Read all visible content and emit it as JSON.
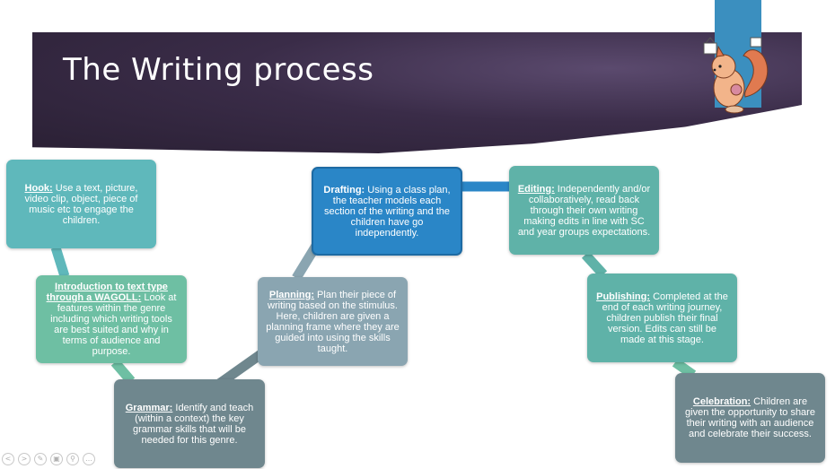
{
  "slide": {
    "title": "The Writing process",
    "accent_color": "#3b8fbf",
    "banner_color": "#3a2c48"
  },
  "steps": {
    "hook": {
      "label": "Hook:",
      "text": " Use a text, picture, video clip, object, piece of music etc to engage the children."
    },
    "introduction": {
      "label": "Introduction to text type through a WAGOLL:",
      "text": " Look at features within the genre including which writing tools are best suited and why in terms of audience and purpose."
    },
    "grammar": {
      "label": "Grammar:",
      "text": " Identify and teach (within a context) the key grammar skills that will be needed for this genre."
    },
    "planning": {
      "label": "Planning:",
      "text": " Plan their piece of writing based on the stimulus. Here, children are given a planning frame where they are guided into using the skills taught."
    },
    "drafting": {
      "label": "Drafting:",
      "text": " Using a class plan, the teacher models each section of the writing and the children have  go independently."
    },
    "editing": {
      "label": "Editing:",
      "text": " Independently and/or collaboratively, read back through their own writing making edits in line with SC and year groups expectations."
    },
    "publishing": {
      "label": "Publishing:",
      "text": " Completed at the end of each writing journey, children publish their final version. Edits can still be made at this stage."
    },
    "celebration": {
      "label": "Celebration:",
      "text": " Children are given the opportunity to share their writing with an audience and celebrate their success."
    }
  },
  "toolbar": {
    "prev_icon": "arrow-left-icon",
    "next_icon": "arrow-right-icon",
    "pen_icon": "pen-icon",
    "slides_icon": "slides-icon",
    "zoom_icon": "zoom-icon",
    "more_icon": "more-icon",
    "prev_glyph": "<",
    "next_glyph": ">",
    "pen_glyph": "✎",
    "slides_glyph": "▣",
    "zoom_glyph": "⚲",
    "more_glyph": "…"
  }
}
